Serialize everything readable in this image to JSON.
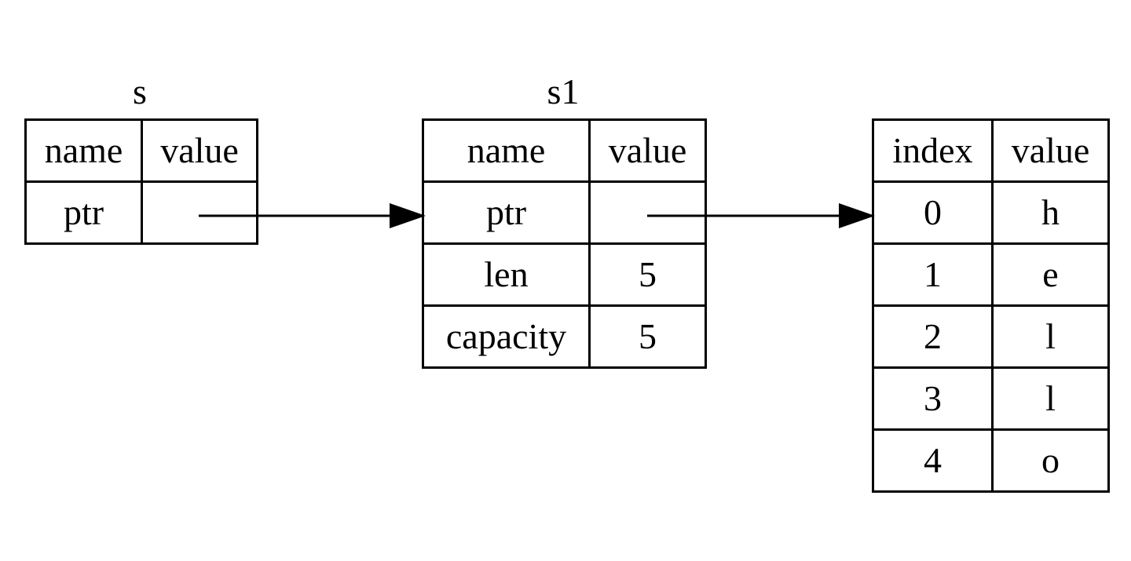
{
  "tables": [
    {
      "title": "s",
      "header": [
        "name",
        "value"
      ],
      "rows": [
        [
          "ptr",
          ""
        ]
      ]
    },
    {
      "title": "s1",
      "header": [
        "name",
        "value"
      ],
      "rows": [
        [
          "ptr",
          ""
        ],
        [
          "len",
          "5"
        ],
        [
          "capacity",
          "5"
        ]
      ]
    },
    {
      "title": "",
      "header": [
        "index",
        "value"
      ],
      "rows": [
        [
          "0",
          "h"
        ],
        [
          "1",
          "e"
        ],
        [
          "2",
          "l"
        ],
        [
          "3",
          "l"
        ],
        [
          "4",
          "o"
        ]
      ]
    }
  ],
  "arrows": [
    {
      "from": "s.ptr",
      "to": "s1.ptr"
    },
    {
      "from": "s1.ptr",
      "to": "heap.0"
    }
  ]
}
